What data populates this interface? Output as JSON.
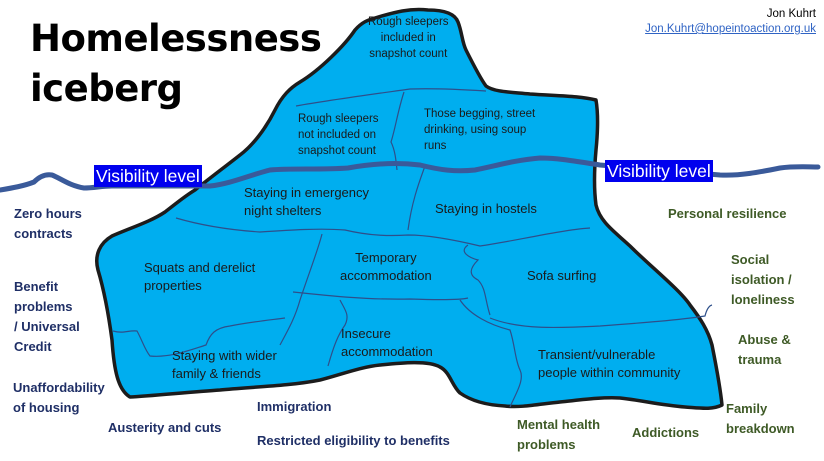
{
  "title": {
    "line1": "Homelessness",
    "line2": "iceberg"
  },
  "author": {
    "name": "Jon Kuhrt",
    "email": "Jon.Kuhrt@hopeintoaction.org.uk"
  },
  "colors": {
    "iceberg_fill": "#00aeef",
    "iceberg_outline": "#1c1c1c",
    "internal_lines": "#2e4f8a",
    "water_line": "#3a5a9a",
    "visibility_label_bg": "#0000ee",
    "structural_factor_text": "#1f2f66",
    "personal_factor_text": "#3e5a26"
  },
  "visibility": {
    "left_label": "Visibility level",
    "right_label": "Visibility level"
  },
  "iceberg_regions": {
    "above_water": [
      {
        "id": "rough-sleepers-included",
        "lines": [
          "Rough sleepers",
          "included in",
          "snapshot count"
        ]
      },
      {
        "id": "rough-sleepers-not-included",
        "lines": [
          "Rough sleepers",
          "not included on",
          "snapshot count"
        ]
      },
      {
        "id": "begging-street-drinking",
        "lines": [
          "Those begging, street",
          "drinking, using soup",
          "runs"
        ]
      }
    ],
    "below_water": [
      {
        "id": "emergency-night-shelters",
        "lines": [
          "Staying in emergency",
          "night shelters"
        ]
      },
      {
        "id": "hostels",
        "lines": [
          "Staying in hostels"
        ]
      },
      {
        "id": "squats-derelict",
        "lines": [
          "Squats and derelict",
          "properties"
        ]
      },
      {
        "id": "temporary-accommodation",
        "lines": [
          "Temporary",
          "accommodation"
        ]
      },
      {
        "id": "sofa-surfing",
        "lines": [
          "Sofa surfing"
        ]
      },
      {
        "id": "wider-family-friends",
        "lines": [
          "Staying with wider",
          "family &  friends"
        ]
      },
      {
        "id": "insecure-accommodation",
        "lines": [
          "Insecure",
          "accommodation"
        ]
      },
      {
        "id": "transient-vulnerable",
        "lines": [
          "Transient/vulnerable",
          "people within community"
        ]
      }
    ]
  },
  "structural_factors": [
    {
      "id": "zero-hours",
      "lines": [
        "Zero hours",
        "contracts"
      ]
    },
    {
      "id": "benefit-problems",
      "lines": [
        "Benefit",
        "problems",
        "/ Universal",
        "Credit"
      ]
    },
    {
      "id": "unaffordability",
      "lines": [
        "Unaffordability",
        "of housing"
      ]
    },
    {
      "id": "austerity",
      "lines": [
        "Austerity and cuts"
      ]
    },
    {
      "id": "immigration",
      "lines": [
        "Immigration"
      ]
    },
    {
      "id": "restricted-eligibility",
      "lines": [
        "Restricted eligibility to benefits"
      ]
    }
  ],
  "personal_factors": [
    {
      "id": "personal-resilience",
      "lines": [
        "Personal resilience"
      ]
    },
    {
      "id": "social-isolation",
      "lines": [
        "Social",
        "isolation /",
        "loneliness"
      ]
    },
    {
      "id": "abuse-trauma",
      "lines": [
        "Abuse &",
        "trauma"
      ]
    },
    {
      "id": "family-breakdown",
      "lines": [
        "Family",
        "breakdown"
      ]
    },
    {
      "id": "mental-health",
      "lines": [
        "Mental health",
        "problems"
      ]
    },
    {
      "id": "addictions",
      "lines": [
        "Addictions"
      ]
    }
  ]
}
